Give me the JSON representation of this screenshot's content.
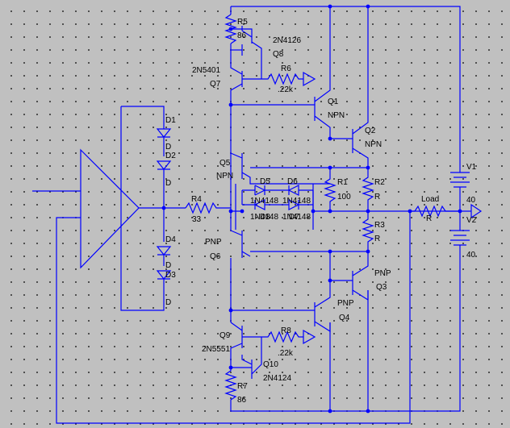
{
  "components": {
    "r5": {
      "name": "R5",
      "value": "86"
    },
    "q8": {
      "name": "Q8",
      "value": "2N4126"
    },
    "q7": {
      "name": "Q7",
      "value": "2N5401"
    },
    "r6": {
      "name": "R6",
      "value": ".22k"
    },
    "q1": {
      "name": "Q1",
      "value": "NPN"
    },
    "q2": {
      "name": "Q2",
      "value": "NPN"
    },
    "d1": {
      "name": "D1",
      "value": "D"
    },
    "d2": {
      "name": "D2",
      "value": "D"
    },
    "d3": {
      "name": "D3",
      "value": "D"
    },
    "d4": {
      "name": "D4",
      "value": "D"
    },
    "q5": {
      "name": "Q5",
      "value": "NPN"
    },
    "d5": {
      "name": "D5",
      "value": "1N4148"
    },
    "d6": {
      "name": "D6",
      "value": "1N4148"
    },
    "d7": {
      "name": "D7",
      "value": "1N4148"
    },
    "d8": {
      "name": "D8",
      "value": "1N4148"
    },
    "r1": {
      "name": "R1",
      "value": "100"
    },
    "r2": {
      "name": "R2",
      "value": "R"
    },
    "r3": {
      "name": "R3",
      "value": "R"
    },
    "r4": {
      "name": "R4",
      "value": "33"
    },
    "load": {
      "name": "Load",
      "value": "R"
    },
    "v1": {
      "name": "V1",
      "value": "40"
    },
    "v2": {
      "name": "V2",
      "value": "40"
    },
    "q6": {
      "name": "Q6",
      "value": "PNP"
    },
    "q3": {
      "name": "Q3",
      "value": "PNP"
    },
    "q4": {
      "name": "Q4",
      "value": "PNP"
    },
    "q9": {
      "name": "Q9",
      "value": "2N5551"
    },
    "q10": {
      "name": "Q10",
      "value": "2N4124"
    },
    "r8": {
      "name": "R8",
      "value": ".22k"
    },
    "r7": {
      "name": "R7",
      "value": "86"
    }
  }
}
